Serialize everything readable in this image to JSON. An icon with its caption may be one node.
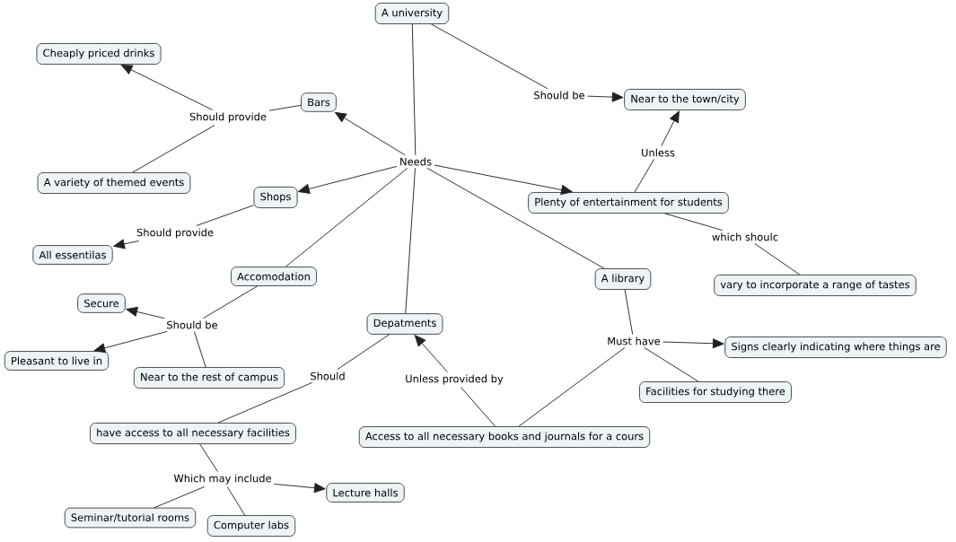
{
  "diagram": {
    "nodes": [
      {
        "text": [
          "A university"
        ]
      },
      {
        "text": [
          "Needs"
        ]
      },
      {
        "text": [
          "Should be"
        ]
      },
      {
        "text": [
          "Near to the town/city"
        ]
      },
      {
        "text": [
          "Bars"
        ]
      },
      {
        "text": [
          "Should provide"
        ]
      },
      {
        "text": [
          "Cheaply priced drinks"
        ]
      },
      {
        "text": [
          "A variety of themed events"
        ]
      },
      {
        "text": [
          "Shops"
        ]
      },
      {
        "text": [
          "Should provide"
        ]
      },
      {
        "text": [
          "All essentilas"
        ]
      },
      {
        "text": [
          "Plenty of entertainment for students"
        ]
      },
      {
        "text": [
          "Unless"
        ]
      },
      {
        "text": [
          "which shoulc"
        ]
      },
      {
        "text": [
          "vary to incorporate a range of tastes"
        ]
      },
      {
        "text": [
          "Accomodation"
        ]
      },
      {
        "text": [
          "Should be"
        ]
      },
      {
        "text": [
          "Secure"
        ]
      },
      {
        "text": [
          "Pleasant to live in"
        ]
      },
      {
        "text": [
          "Near to the rest of campus"
        ]
      },
      {
        "text": [
          "A library"
        ]
      },
      {
        "text": [
          "Depatments"
        ]
      },
      {
        "text": [
          "Must have"
        ]
      },
      {
        "text": [
          "Signs clearly indicating where things are"
        ]
      },
      {
        "text": [
          "Facilities for studying there"
        ]
      },
      {
        "text": [
          "Should"
        ]
      },
      {
        "text": [
          "Unless provided by"
        ]
      },
      {
        "text": [
          "have access to all necessary facilities"
        ]
      },
      {
        "text": [
          "Access to all necessary books and journals for a cours"
        ]
      },
      {
        "text": [
          "Which may include"
        ]
      },
      {
        "text": [
          "Lecture halls"
        ]
      },
      {
        "text": [
          "Seminar/tutorial rooms"
        ]
      },
      {
        "text": [
          "Computer labs"
        ]
      }
    ],
    "edges": [
      {
        "from": 0,
        "to": 1,
        "arrow": "none"
      },
      {
        "from": 1,
        "to": 4,
        "arrow": "to"
      },
      {
        "from": 1,
        "to": 8,
        "arrow": "to"
      },
      {
        "from": 1,
        "to": 11,
        "arrow": "to"
      },
      {
        "from": 1,
        "to": 15,
        "arrow": "none"
      },
      {
        "from": 1,
        "to": 21,
        "arrow": "none"
      },
      {
        "from": 1,
        "to": 20,
        "arrow": "none"
      },
      {
        "from": 0,
        "to": 2,
        "arrow": "none"
      },
      {
        "from": 2,
        "to": 3,
        "arrow": "to"
      },
      {
        "from": 4,
        "to": 5,
        "arrow": "none"
      },
      {
        "from": 5,
        "to": 6,
        "arrow": "to"
      },
      {
        "from": 5,
        "to": 7,
        "arrow": "none"
      },
      {
        "from": 8,
        "to": 9,
        "arrow": "none"
      },
      {
        "from": 9,
        "to": 10,
        "arrow": "to"
      },
      {
        "from": 11,
        "to": 12,
        "arrow": "none"
      },
      {
        "from": 12,
        "to": 3,
        "arrow": "to"
      },
      {
        "from": 11,
        "to": 13,
        "arrow": "none"
      },
      {
        "from": 13,
        "to": 14,
        "arrow": "none"
      },
      {
        "from": 15,
        "to": 16,
        "arrow": "none"
      },
      {
        "from": 16,
        "to": 17,
        "arrow": "to"
      },
      {
        "from": 16,
        "to": 18,
        "arrow": "to"
      },
      {
        "from": 16,
        "to": 19,
        "arrow": "none"
      },
      {
        "from": 20,
        "to": 22,
        "arrow": "none"
      },
      {
        "from": 22,
        "to": 23,
        "arrow": "to"
      },
      {
        "from": 22,
        "to": 24,
        "arrow": "none"
      },
      {
        "from": 22,
        "to": 28,
        "arrow": "none"
      },
      {
        "from": 21,
        "to": 25,
        "arrow": "none"
      },
      {
        "from": 25,
        "to": 27,
        "arrow": "none"
      },
      {
        "from": 28,
        "to": 26,
        "arrow": "none"
      },
      {
        "from": 26,
        "to": 21,
        "arrow": "to"
      },
      {
        "from": 27,
        "to": 29,
        "arrow": "none"
      },
      {
        "from": 29,
        "to": 30,
        "arrow": "to"
      },
      {
        "from": 29,
        "to": 31,
        "arrow": "none"
      },
      {
        "from": 29,
        "to": 32,
        "arrow": "none"
      }
    ]
  }
}
